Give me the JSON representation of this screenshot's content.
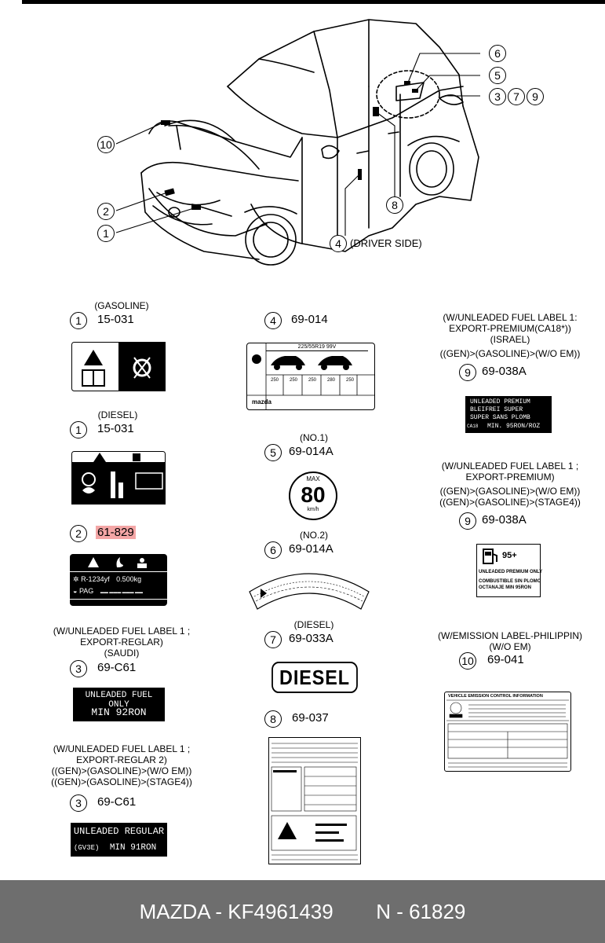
{
  "car": {
    "callouts": [
      "1",
      "2",
      "4",
      "6",
      "5",
      "3",
      "7",
      "9",
      "8",
      "10"
    ],
    "driver_side": "(DRIVER SIDE)"
  },
  "labels": [
    {
      "id": "1",
      "pn": "15-031",
      "caption": [
        "(GASOLINE)"
      ]
    },
    {
      "id": "1",
      "pn": "15-031",
      "caption": [
        "(DIESEL)"
      ]
    },
    {
      "id": "2",
      "pn": "61-829",
      "caption": []
    },
    {
      "id": "3",
      "pn": "69-C61",
      "caption": [
        "(W/UNLEADED FUEL LABEL 1 ;",
        "EXPORT-REGLAR)",
        "(SAUDI)"
      ]
    },
    {
      "id": "3",
      "pn": "69-C61",
      "caption": [
        "(W/UNLEADED FUEL LABEL 1 ;",
        "EXPORT-REGLAR 2)",
        "((GEN)>(GASOLINE)>(W/O EM))",
        "((GEN)>(GASOLINE)>(STAGE4))"
      ]
    },
    {
      "id": "4",
      "pn": "69-014",
      "caption": []
    },
    {
      "id": "5",
      "pn": "69-014A",
      "caption": [
        "(NO.1)"
      ]
    },
    {
      "id": "6",
      "pn": "69-014A",
      "caption": [
        "(NO.2)"
      ]
    },
    {
      "id": "7",
      "pn": "69-033A",
      "caption": [
        "(DIESEL)"
      ]
    },
    {
      "id": "8",
      "pn": "69-037",
      "caption": []
    },
    {
      "id": "9",
      "pn": "69-038A",
      "caption": [
        "(W/UNLEADED FUEL LABEL 1:",
        "EXPORT-PREMIUM(CA18*))",
        "(ISRAEL)",
        "((GEN)>(GASOLINE)>(W/O EM))"
      ]
    },
    {
      "id": "9",
      "pn": "69-038A",
      "caption": [
        "(W/UNLEADED FUEL LABEL 1 ;",
        "EXPORT-PREMIUM)",
        "((GEN)>(GASOLINE)>(W/O EM))",
        "((GEN)>(GASOLINE)>(STAGE4))"
      ]
    },
    {
      "id": "10",
      "pn": "69-041",
      "caption": [
        "(W/EMISSION LABEL-PHILIPPIN)",
        "(W/O EM)"
      ]
    }
  ],
  "label_texts": {
    "refrigerant": "R-1234yf",
    "refrigerant_amount": "0.500kg",
    "pag": "PAG",
    "saudi_line1": "UNLEADED FUEL ONLY",
    "saudi_line2": "MIN 92RON",
    "reg2_line1": "UNLEADED REGULAR",
    "reg2_code": "(GV3E)",
    "reg2_line2": "MIN 91RON",
    "tire_size": "225/55R19 99V",
    "tire_brand": "mazda",
    "tire_values": [
      "250",
      "250",
      "250",
      "280",
      "250"
    ],
    "max": "MAX",
    "speed": "80",
    "speed_unit": "km/h",
    "diesel": "DIESEL",
    "isr_lines": [
      "UNLEADED PREMIUM",
      "BLEIFREI SUPER",
      "SUPER SANS PLOMB",
      "MIN. 95RON/ROZ"
    ],
    "isr_code": "CA18",
    "prem_95": "95+",
    "prem_lines": [
      "UNLEADED PREMIUM ONLY",
      "COMBUSTIBLE SIN PLOMO",
      "OCTANAJE      MIN 95RON"
    ],
    "emission_title": "VEHICLE EMISSION CONTROL INFORMATION"
  },
  "footer": {
    "left": "MAZDA - KF4961439",
    "right": "N - 61829"
  }
}
